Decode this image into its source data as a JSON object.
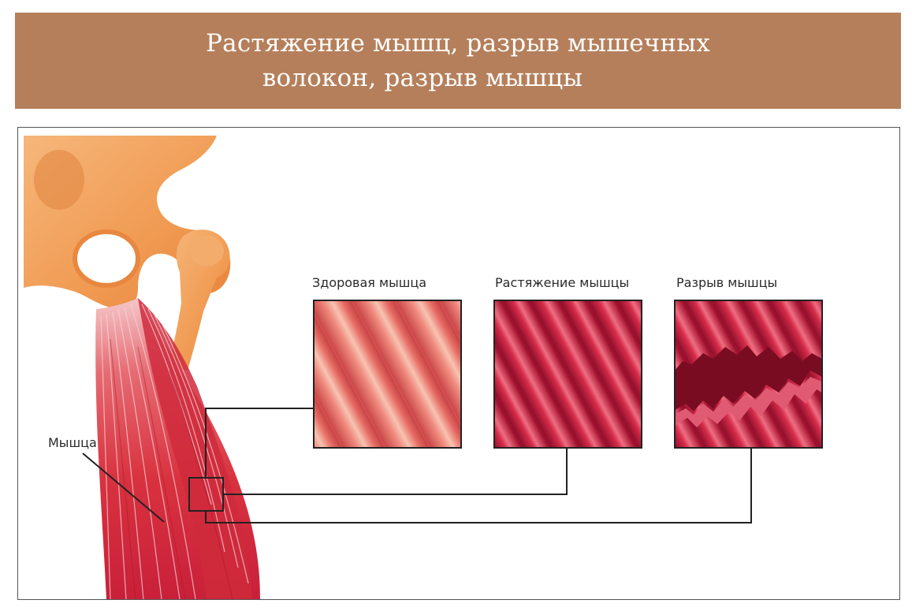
{
  "header": {
    "title_line1": "Растяжение мышц, разрыв мышечных",
    "title_line2": "волокон, разрыв мышцы",
    "background_color": "#b57f5b"
  },
  "diagram": {
    "muscle_label": "Мышца",
    "panels": [
      {
        "label": "Здоровая мышца",
        "state": "healthy"
      },
      {
        "label": "Растяжение мышцы",
        "state": "strained"
      },
      {
        "label": "Разрыв мышцы",
        "state": "torn"
      }
    ],
    "colors": {
      "bone": "#f2a464",
      "muscle": "#d4283c",
      "healthy_fiber": "#e56b6b",
      "strained_fiber": "#c81f42",
      "connector_line": "#222222"
    }
  }
}
